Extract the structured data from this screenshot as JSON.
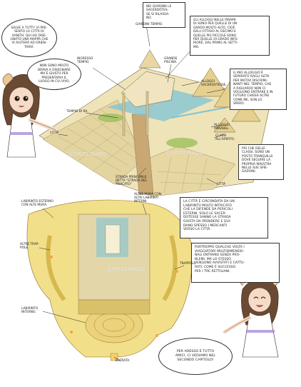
{
  "speech": {
    "greeting": "SALVE A TUTTI! VI PRE-\nSENTO LA CITTÀ DI\nXANITH. QUI HO DISE-\nGNATO UNA MAPPA CHE\nVI AIUTERÀ AD ORIEN-\nTARVI.",
    "not_good": "NON SONO MOLTO\nBRAVA A DISEGNARE\nMA È GIUSTO PER\nPRESENTARVI IL\nLUOGO IN CUI VIVO.",
    "outro": "PER ADESSO È TUTTO\nAMICI, CI VEDIAMO NEL\nSECONDO CAPITOLO!"
  },
  "notes": {
    "temple_gardens": "NEI GIARDINI LE\nSACERDOTES-\nSE SI RILASSA-\nNO.",
    "priest_housing": "GLI ALLOGGI NELLE PIRAMI-\nDI SONO PER QUELLE DI UN\nGRADO MOLTO ALTO, CIOÈ\nDALL'OTTAVO AL DECIMO E\nQUELLE PIÙ PICCOLE SONO\nPER QUELLE DI GRADO INFE-\nRIORE, DAL PRIMO AL SETTI-\nMO.",
    "my_housing": "IL MIO ALLOGGIO È\nSEPARATO DAGLI ALTRI\nPER MOTIVI DISCRIMI-\nNANTI NEL TEMPIO, CHE\nA RIGUARDO NON CI\nVOGLIONO ENTRARE E IN\nFUTURO CHISSÀ ALTRE\nCOME ME, SON LO\nSPERO.",
    "outdoor_classes": "PIÙ CHE DELLE\nCLASSI, SONO UN\nPOSTO TRANQUILLE\nDOVE SEGUIRE LA\nPROPRIA MAESTRA\nNELLE SUE SPIE-\nGAZIONI.",
    "labyrinth": "LA CITTÀ È CIRCONDATA DA UN\nLABIRINTO MOLTO INTRICATO\nCHE LA DIFENDE DA PERICOLI\nESTERNI. SOLO LE SACER-\nDOTESSE SANNO LA STRADA\nGIUSTA DA PRENDERE E GUI-\nDANO SPESSO I MERCANTI\nVERSO LA CITTÀ.",
    "travellers": "PURTROPPO QUALCHE VOLTA I\nVIAGGIATORI MULTIDIMENSIO-\nNALI ENTRANO SENZA PRO-\nBLEMI. MA LO STESSO\nVENGONO AVVISTATI E CATTU-\nRATI, COME È SUCCESSO\nPER I TRE RETTILIANI."
  },
  "labels": {
    "temple_entrance": "INGRESSO\nTEMPIO.",
    "temple_gardens": "GIARDINI TEMPIO.",
    "big_pool": "GRANDE\nPISCINA.",
    "priest_housing": "ALLOGGI\nSACERDOTESSE.",
    "king_temple": "TEMPIO DI RA.",
    "city_left": "CITTÀ",
    "my_housing": "ALLOGGIO\nANNABEL.",
    "outdoor_classes": "CLASSI\nALL'APERTO.",
    "main_street": "STRADA PRINCIPALE\nDETTA \"STRADA DEL\nMERCATO\"",
    "city_bottom": "CITTÀ",
    "outer_labyrinth": "LABIRINTO ESTERNO\nCON ALTE MURA.",
    "other_walls": "ALTRE MURA CON\nALTRI LABIRINTI\nINTERNI.",
    "other_traps": "ALTRE TRAP-\nPOLE.",
    "traps": "TRAPPOLE",
    "inner_labyrinth": "LABIRINTO\nINTERNO.",
    "entrance": "ENTRATA."
  },
  "watermark": "@SPIZZINAOO",
  "colors": {
    "sand": "#e9d9a6",
    "sand_dark": "#c9b07a",
    "water": "#7ec3d6",
    "green": "#9bbf5a",
    "hair": "#6b4a34",
    "skin": "#f6dcc8",
    "maze": "#f2df8a",
    "maze_dark": "#d6b84e",
    "dress": "#ffffff",
    "accent_purple": "#9b7fd1"
  }
}
